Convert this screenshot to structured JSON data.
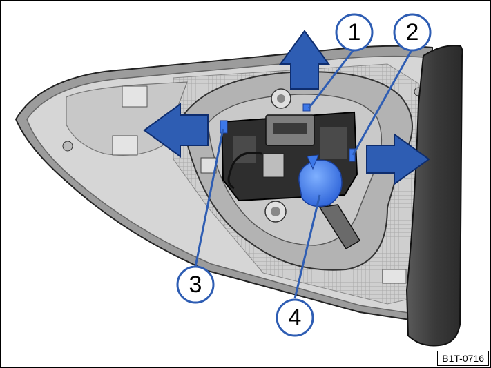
{
  "figure": {
    "code": "B1T-0716",
    "callouts": [
      {
        "id": "callout-1",
        "label": "1"
      },
      {
        "id": "callout-2",
        "label": "2"
      },
      {
        "id": "callout-3",
        "label": "3"
      },
      {
        "id": "callout-4",
        "label": "4"
      }
    ],
    "arrows": [
      {
        "id": "arrow-up",
        "direction": "up"
      },
      {
        "id": "arrow-left",
        "direction": "left"
      },
      {
        "id": "arrow-right",
        "direction": "right"
      }
    ],
    "colors": {
      "arrow": "#2e5db3",
      "callout_line": "#2e5db3",
      "callout_ring": "#2e5db3",
      "highlight_part": "#3d78e8",
      "housing_dark": "#3a3a3a",
      "housing_mid": "#b8b8b8",
      "housing_light": "#d9d9d9"
    }
  }
}
